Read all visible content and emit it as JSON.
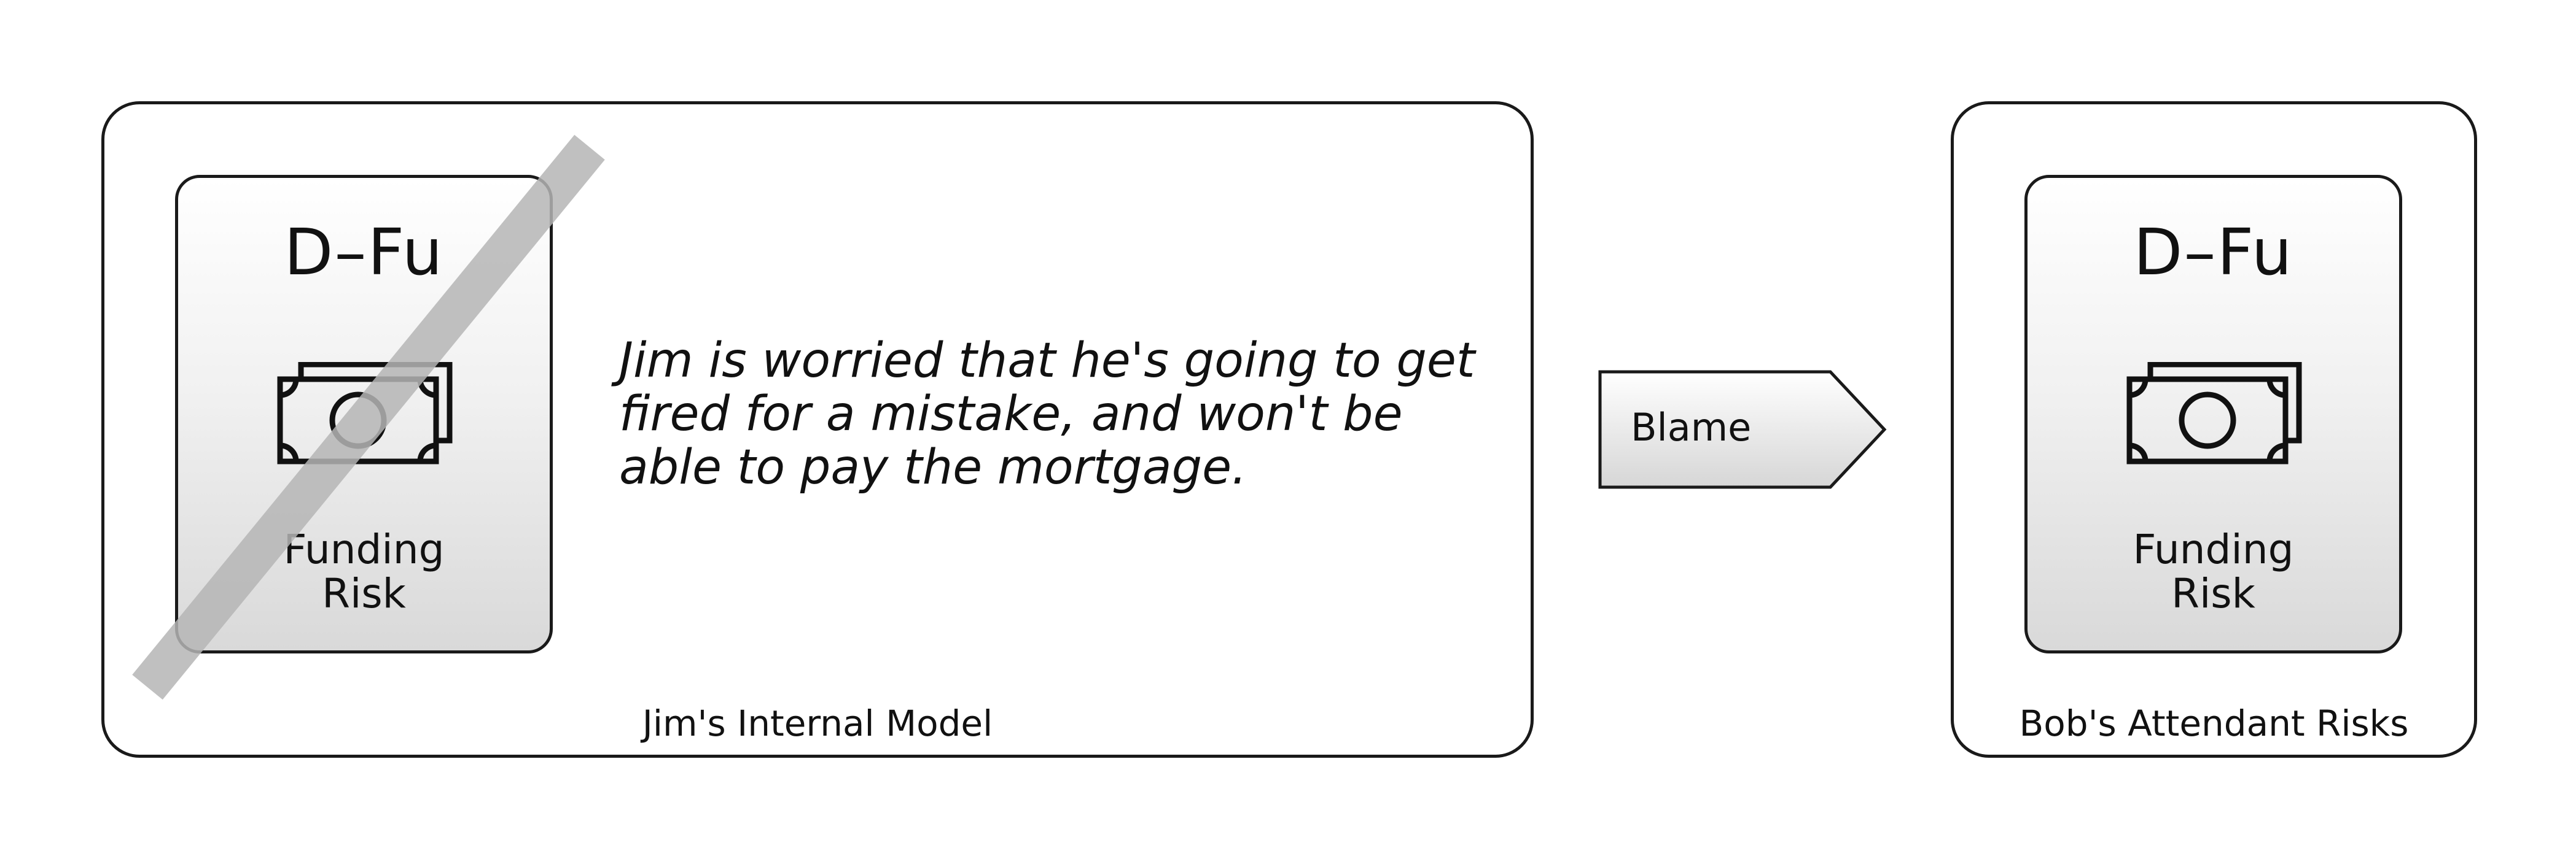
{
  "left_panel": {
    "caption": "Jim's Internal Model",
    "card": {
      "code": "D–Fu",
      "icon": "money-bill-icon",
      "label_line1": "Funding",
      "label_line2": "Risk"
    },
    "quote_line1": "Jim is worried that he's going to get",
    "quote_line2": "fired for a mistake, and won't be",
    "quote_line3": "able to pay the mortgage.",
    "strike_color": "#b5b5b5"
  },
  "arrow": {
    "label": "Blame"
  },
  "right_panel": {
    "caption": "Bob's Attendant Risks",
    "card": {
      "code": "D–Fu",
      "icon": "money-bill-icon",
      "label_line1": "Funding",
      "label_line2": "Risk"
    }
  }
}
